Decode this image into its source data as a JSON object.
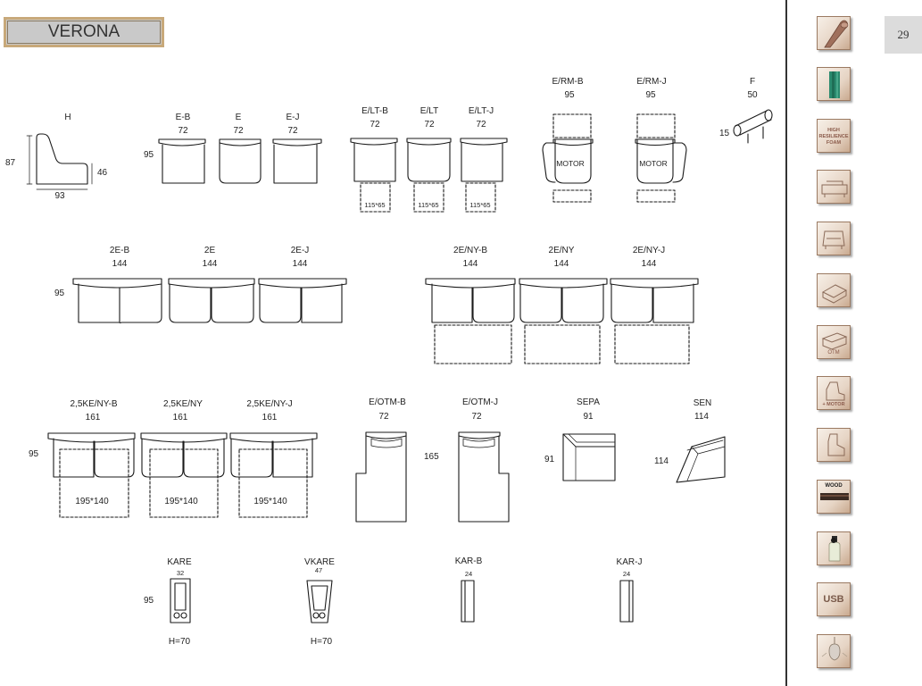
{
  "header": {
    "title": "VERONA",
    "page_number": "29"
  },
  "items": [
    {
      "id": "h",
      "code": "H",
      "width": "",
      "dims": {
        "depth": "87",
        "seat": "46",
        "width": "93"
      }
    },
    {
      "id": "e-b",
      "code": "E-B",
      "width": "72",
      "depth": "95"
    },
    {
      "id": "e",
      "code": "E",
      "width": "72"
    },
    {
      "id": "e-j",
      "code": "E-J",
      "width": "72"
    },
    {
      "id": "e-lt-b",
      "code": "E/LT-B",
      "width": "72",
      "box": "115*65"
    },
    {
      "id": "e-lt",
      "code": "E/LT",
      "width": "72",
      "box": "115*65"
    },
    {
      "id": "e-lt-j",
      "code": "E/LT-J",
      "width": "72",
      "box": "115*65"
    },
    {
      "id": "e-rm-b",
      "code": "E/RM-B",
      "width": "95",
      "motor": "MOTOR"
    },
    {
      "id": "e-rm-j",
      "code": "E/RM-J",
      "width": "95",
      "motor": "MOTOR"
    },
    {
      "id": "f",
      "code": "F",
      "width": "50",
      "diameter": "15"
    },
    {
      "id": "2e-b",
      "code": "2E-B",
      "width": "144",
      "depth": "95"
    },
    {
      "id": "2e",
      "code": "2E",
      "width": "144"
    },
    {
      "id": "2e-j",
      "code": "2E-J",
      "width": "144"
    },
    {
      "id": "2e-ny-b",
      "code": "2E/NY-B",
      "width": "144"
    },
    {
      "id": "2e-ny",
      "code": "2E/NY",
      "width": "144"
    },
    {
      "id": "2e-ny-j",
      "code": "2E/NY-J",
      "width": "144"
    },
    {
      "id": "25ke-ny-b",
      "code": "2,5KE/NY-B",
      "width": "161",
      "depth": "95",
      "bed": "195*140"
    },
    {
      "id": "25ke-ny",
      "code": "2,5KE/NY",
      "width": "161",
      "bed": "195*140"
    },
    {
      "id": "25ke-ny-j",
      "code": "2,5KE/NY-J",
      "width": "161",
      "bed": "195*140"
    },
    {
      "id": "e-otm-b",
      "code": "E/OTM-B",
      "width": "72"
    },
    {
      "id": "e-otm-j",
      "code": "E/OTM-J",
      "width": "72",
      "length": "165"
    },
    {
      "id": "sepa",
      "code": "SEPA",
      "width": "91",
      "depth": "91"
    },
    {
      "id": "sen",
      "code": "SEN",
      "width": "114",
      "depth": "114"
    },
    {
      "id": "kare",
      "code": "KARE",
      "width": "32",
      "depth": "95",
      "height": "H=70"
    },
    {
      "id": "vkare",
      "code": "VKARE",
      "width": "47",
      "height": "H=70"
    },
    {
      "id": "kar-b",
      "code": "KAR-B",
      "width": "24"
    },
    {
      "id": "kar-j",
      "code": "KAR-J",
      "width": "24"
    }
  ],
  "features": [
    {
      "name": "fabric-roll-icon",
      "text": ""
    },
    {
      "name": "fabric-swatch-icon",
      "text": ""
    },
    {
      "name": "high-resilience-foam-icon",
      "text": "HIGH RESILIENCE FOAM"
    },
    {
      "name": "sofa-bed-icon",
      "text": ""
    },
    {
      "name": "armchair-bed-icon",
      "text": ""
    },
    {
      "name": "storage-bed-icon",
      "text": ""
    },
    {
      "name": "ottoman-icon",
      "text": "OTM"
    },
    {
      "name": "motor-recliner-icon",
      "text": "+ MOTOR"
    },
    {
      "name": "recliner-icon",
      "text": ""
    },
    {
      "name": "wood-icon",
      "text": "WOOD"
    },
    {
      "name": "bottle-icon",
      "text": ""
    },
    {
      "name": "usb-icon",
      "text": "USB"
    },
    {
      "name": "lamp-icon",
      "text": ""
    }
  ]
}
